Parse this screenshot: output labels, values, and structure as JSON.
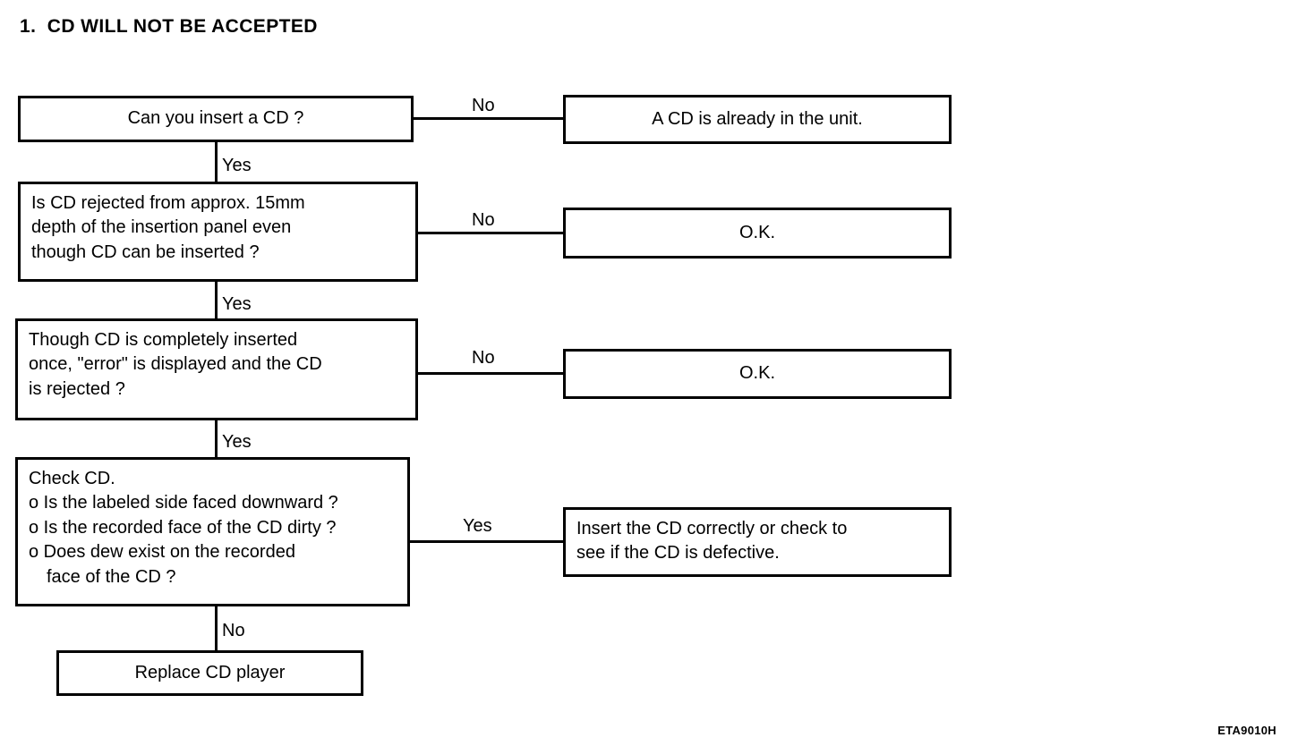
{
  "title": "1.  CD WILL NOT BE ACCEPTED",
  "footer_code": "ETA9010H",
  "colors": {
    "stroke": "#000000",
    "background": "#ffffff",
    "text": "#000000"
  },
  "flow": {
    "nodes": {
      "q1": {
        "label": "Can you insert a CD ?",
        "type": "decision"
      },
      "q2": {
        "line1": "Is CD rejected from approx. 15mm",
        "line2": "depth of the insertion panel even",
        "line3": "though CD can be inserted ?",
        "type": "decision"
      },
      "q3": {
        "line1": "Though CD is completely inserted",
        "line2": "once, \"error\" is displayed and the CD",
        "line3": "is rejected ?",
        "type": "decision"
      },
      "q4": {
        "heading": "Check CD.",
        "bullet1": "o Is the labeled side faced downward ?",
        "bullet2": "o Is the recorded face of the CD dirty ?",
        "bullet3": "o Does dew exist on the recorded",
        "bullet3_cont": "face of the CD ?",
        "type": "decision"
      },
      "r1": {
        "label": "A CD is already in the unit.",
        "type": "result"
      },
      "r2": {
        "label": "O.K.",
        "type": "result"
      },
      "r3": {
        "label": "O.K.",
        "type": "result"
      },
      "r4": {
        "line1": "Insert the CD correctly or check to",
        "line2": "see if the CD is defective.",
        "type": "result"
      },
      "r5": {
        "label": "Replace CD player",
        "type": "result"
      }
    },
    "edges": [
      {
        "from": "q1",
        "to": "r1",
        "label": "No",
        "direction": "right"
      },
      {
        "from": "q1",
        "to": "q2",
        "label": "Yes",
        "direction": "down"
      },
      {
        "from": "q2",
        "to": "r2",
        "label": "No",
        "direction": "right"
      },
      {
        "from": "q2",
        "to": "q3",
        "label": "Yes",
        "direction": "down"
      },
      {
        "from": "q3",
        "to": "r3",
        "label": "No",
        "direction": "right"
      },
      {
        "from": "q3",
        "to": "q4",
        "label": "Yes",
        "direction": "down"
      },
      {
        "from": "q4",
        "to": "r4",
        "label": "Yes",
        "direction": "right"
      },
      {
        "from": "q4",
        "to": "r5",
        "label": "No",
        "direction": "down"
      }
    ],
    "edge_labels": {
      "q1_no": "No",
      "q1_yes": "Yes",
      "q2_no": "No",
      "q2_yes": "Yes",
      "q3_no": "No",
      "q3_yes": "Yes",
      "q4_yes": "Yes",
      "q4_no": "No"
    }
  }
}
